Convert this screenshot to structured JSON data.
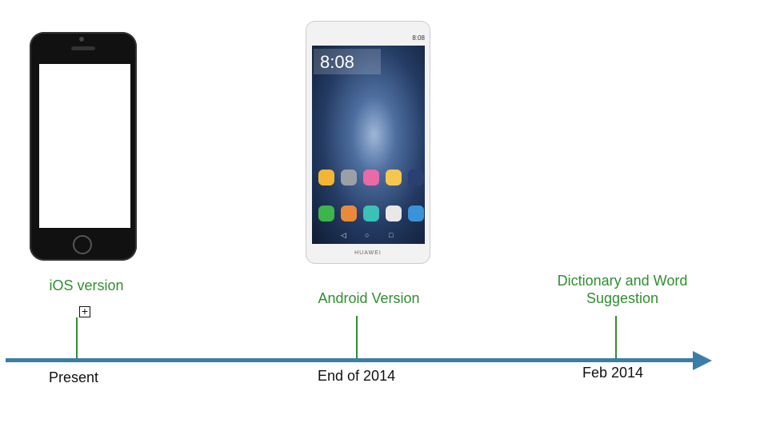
{
  "milestones": [
    {
      "label": "iOS version",
      "date": "Present"
    },
    {
      "label": "Android Version",
      "date": "End of 2014"
    },
    {
      "label": "Dictionary and Word Suggestion",
      "date": "Feb 2014"
    }
  ],
  "android_phone": {
    "clock": "8:08",
    "status_time": "8:08",
    "brand": "HUAWEI"
  },
  "colors": {
    "label_green": "#2f8f2f",
    "axis_blue": "#3a7ea5"
  },
  "icons": {
    "expand": "plus-square-icon"
  }
}
